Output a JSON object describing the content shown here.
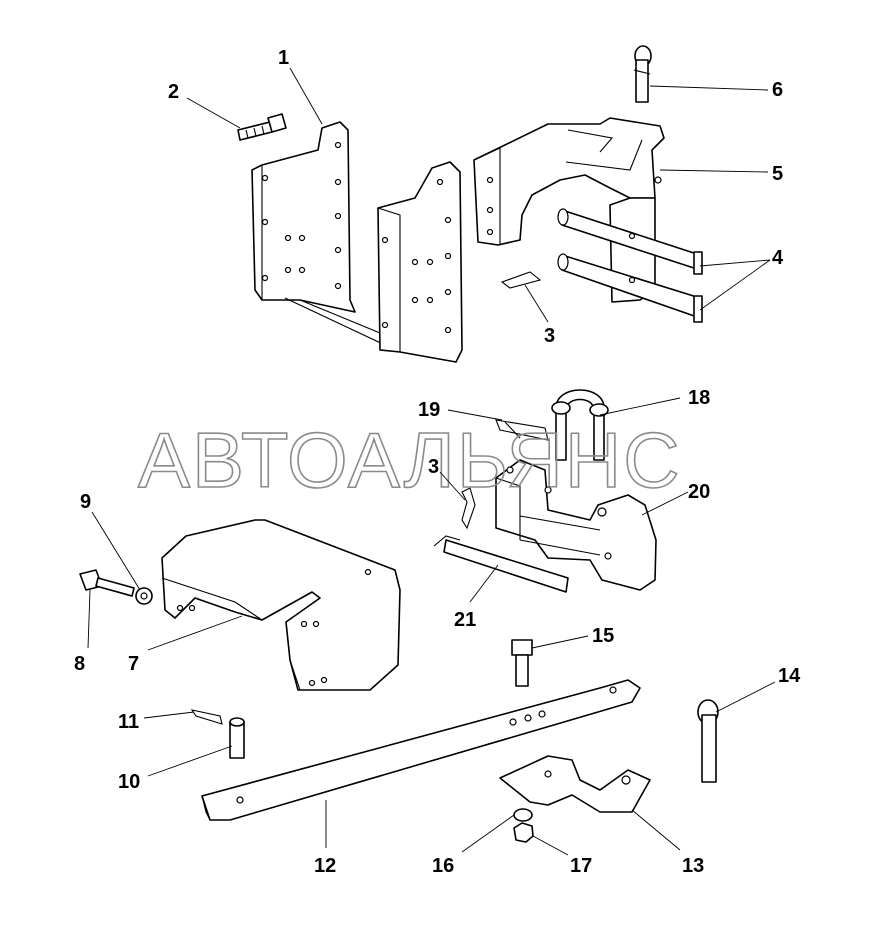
{
  "watermark": "АВТОАЛЬЯНС",
  "callouts": [
    {
      "id": "c1",
      "text": "1"
    },
    {
      "id": "c2",
      "text": "2"
    },
    {
      "id": "c3a",
      "text": "3"
    },
    {
      "id": "c3b",
      "text": "3"
    },
    {
      "id": "c4",
      "text": "4"
    },
    {
      "id": "c5",
      "text": "5"
    },
    {
      "id": "c6",
      "text": "6"
    },
    {
      "id": "c7",
      "text": "7"
    },
    {
      "id": "c8",
      "text": "8"
    },
    {
      "id": "c9",
      "text": "9"
    },
    {
      "id": "c10",
      "text": "10"
    },
    {
      "id": "c11",
      "text": "11"
    },
    {
      "id": "c12",
      "text": "12"
    },
    {
      "id": "c13",
      "text": "13"
    },
    {
      "id": "c14",
      "text": "14"
    },
    {
      "id": "c15",
      "text": "15"
    },
    {
      "id": "c16",
      "text": "16"
    },
    {
      "id": "c17",
      "text": "17"
    },
    {
      "id": "c18",
      "text": "18"
    },
    {
      "id": "c19",
      "text": "19"
    },
    {
      "id": "c20",
      "text": "20"
    },
    {
      "id": "c21",
      "text": "21"
    }
  ]
}
